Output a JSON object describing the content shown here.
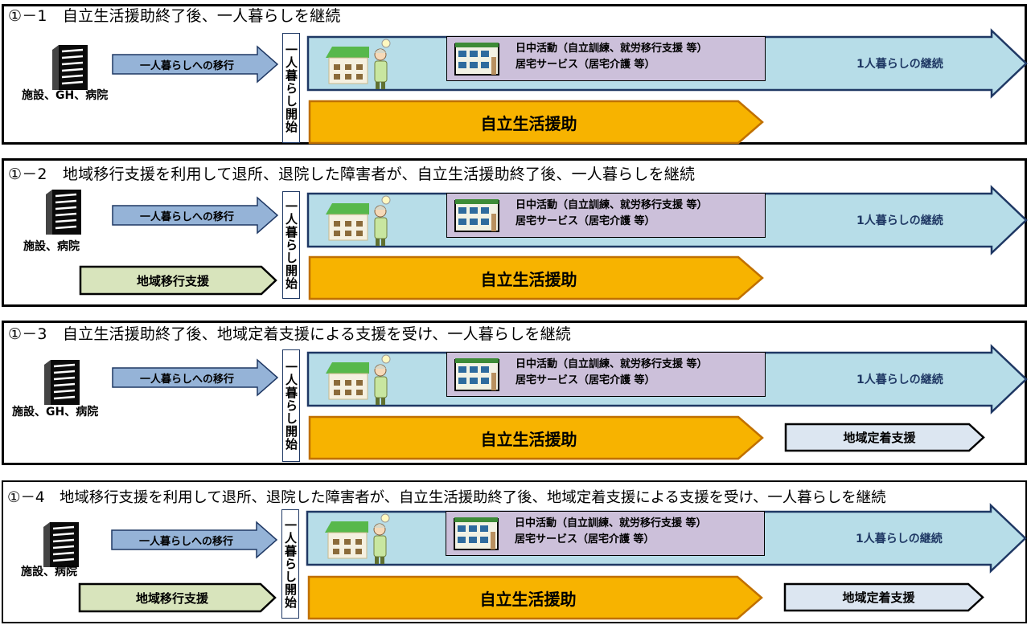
{
  "panels": [
    {
      "title": "①－1　自立生活援助終了後、一人暮らしを継続",
      "facility": "施設、GH、病院",
      "transition": "一人暮らしへの移行",
      "start": "一人暮らし開始",
      "day_activity": "日中活動（自立訓練、就労移行支援 等）",
      "home_service": "居宅サービス（居宅介護 等）",
      "continuation": "1人暮らしの継続",
      "support": "自立生活援助"
    },
    {
      "title": "①－2　地域移行支援を利用して退所、退院した障害者が、自立生活援助終了後、一人暮らしを継続",
      "facility": "施設、病院",
      "transition": "一人暮らしへの移行",
      "regional_transition": "地域移行支援",
      "start": "一人暮らし開始",
      "day_activity": "日中活動（自立訓練、就労移行支援 等）",
      "home_service": "居宅サービス（居宅介護 等）",
      "continuation": "1人暮らしの継続",
      "support": "自立生活援助"
    },
    {
      "title": "①－3　自立生活援助終了後、地域定着支援による支援を受け、一人暮らしを継続",
      "facility": "施設、GH、病院",
      "transition": "一人暮らしへの移行",
      "start": "一人暮らし開始",
      "day_activity": "日中活動（自立訓練、就労移行支援 等）",
      "home_service": "居宅サービス（居宅介護 等）",
      "continuation": "1人暮らしの継続",
      "support": "自立生活援助",
      "settlement": "地域定着支援"
    },
    {
      "title": "①－4　地域移行支援を利用して退所、退院した障害者が、自立生活援助終了後、地域定着支援による支援を受け、一人暮らしを継続",
      "facility": "施設、病院",
      "transition": "一人暮らしへの移行",
      "regional_transition": "地域移行支援",
      "start": "一人暮らし開始",
      "day_activity": "日中活動（自立訓練、就労移行支援 等）",
      "home_service": "居宅サービス（居宅介護 等）",
      "continuation": "1人暮らしの継続",
      "support": "自立生活援助",
      "settlement": "地域定着支援"
    }
  ],
  "colors": {
    "transition_arrow": "#95b3d7",
    "continuation_arrow": "#b7dde8",
    "support_arrow": "#f7b300",
    "regional_arrow": "#d8e4bc",
    "settlement_arrow": "#dce6f1",
    "day_box": "#ccc0da",
    "outline_blue": "#1f3864"
  },
  "icons": [
    "building-icon",
    "house-icon",
    "person-icon",
    "apartment-icon"
  ]
}
